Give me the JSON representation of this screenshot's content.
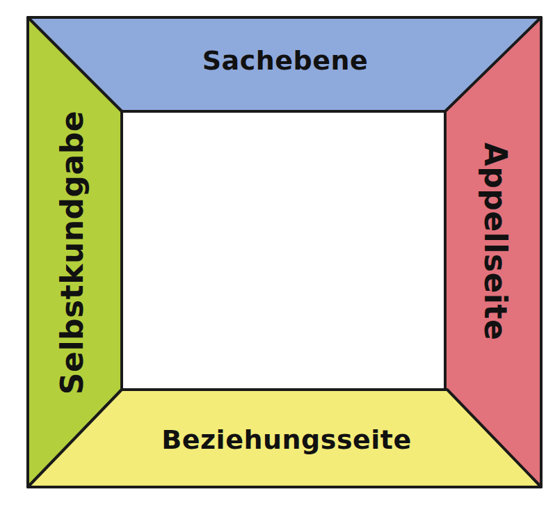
{
  "diagram": {
    "nodes": [
      {
        "text": [
          "Sachebene"
        ]
      },
      {
        "text": [
          "Selbstkundgabe"
        ]
      },
      {
        "text": [
          "Appellseite"
        ]
      },
      {
        "text": [
          "Beziehungsseite"
        ]
      }
    ]
  }
}
